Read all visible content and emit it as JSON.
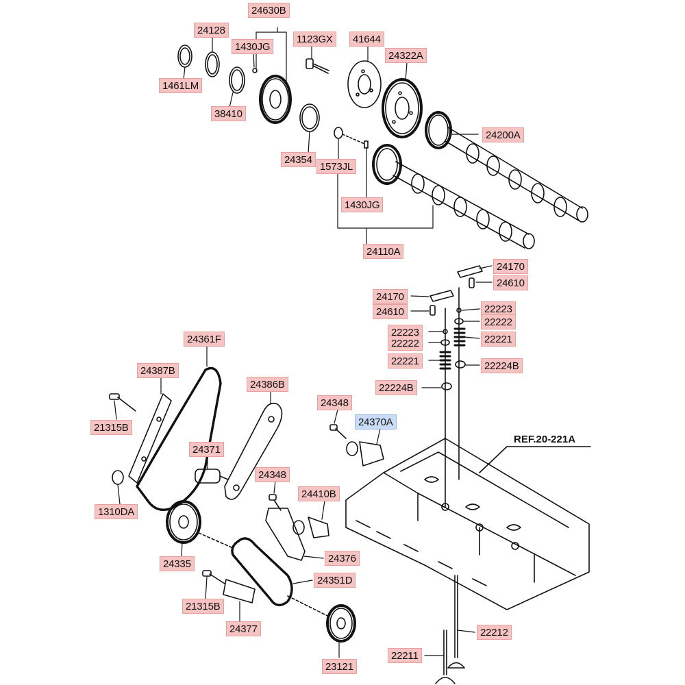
{
  "ref_label": "REF.20-221A",
  "labels": {
    "p24630B": "24630B",
    "p24128": "24128",
    "p1430JG_a": "1430JG",
    "p1123GX": "1123GX",
    "p41644": "41644",
    "p24322A": "24322A",
    "p1461LM": "1461LM",
    "p38410": "38410",
    "p24200A": "24200A",
    "p24354": "24354",
    "p1573JL": "1573JL",
    "p1430JG_b": "1430JG",
    "p24110A": "24110A",
    "p24170_a": "24170",
    "p24610_a": "24610",
    "p24170_b": "24170",
    "p22223_a": "22223",
    "p24610_b": "24610",
    "p22222_a": "22222",
    "p22223_b": "22223",
    "p22221_a": "22221",
    "p22222_b": "22222",
    "p22221_b": "22221",
    "p22224B_a": "22224B",
    "p22224B_b": "22224B",
    "p24361F": "24361F",
    "p24387B": "24387B",
    "p24386B": "24386B",
    "p24348_a": "24348",
    "p24370A": "24370A",
    "p21315B_a": "21315B",
    "p24371": "24371",
    "p24348_b": "24348",
    "p1310DA": "1310DA",
    "p24410B": "24410B",
    "p24376": "24376",
    "p24335": "24335",
    "p24351D": "24351D",
    "p21315B_b": "21315B",
    "p24377": "24377",
    "p22212": "22212",
    "p22211": "22211",
    "p23121": "23121"
  }
}
